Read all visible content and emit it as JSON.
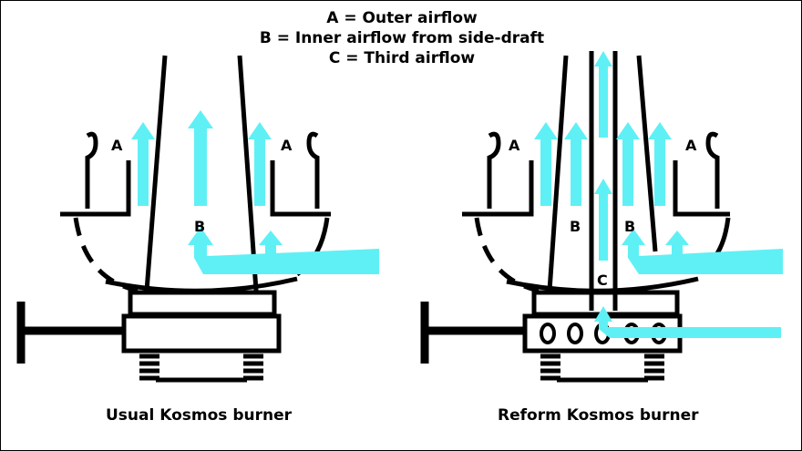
{
  "legend": {
    "line_a": "A = Outer airflow",
    "line_b": "B = Inner airflow from side-draft",
    "line_c": "C = Third airflow"
  },
  "labels": {
    "a": "A",
    "b": "B",
    "c": "C"
  },
  "captions": {
    "left": "Usual Kosmos burner",
    "right": "Reform Kosmos burner"
  },
  "colors": {
    "arrow": "#5ff0f5",
    "ink": "#000000",
    "background": "#ffffff"
  }
}
